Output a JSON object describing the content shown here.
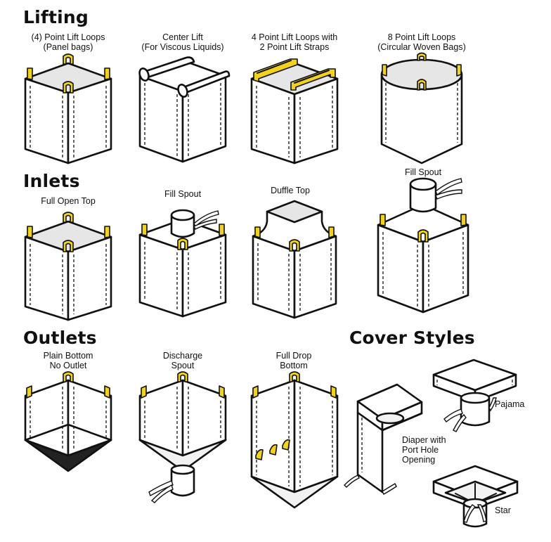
{
  "sections": {
    "lifting": "Lifting",
    "inlets": "Inlets",
    "outlets": "Outlets",
    "cover_styles": "Cover Styles"
  },
  "lifting": [
    {
      "line1": "(4) Point Lift Loops",
      "line2": "(Panel bags)"
    },
    {
      "line1": "Center Lift",
      "line2": "(For Viscous Liquids)"
    },
    {
      "line1": "4 Point Lift Loops with",
      "line2": "2 Point Lift Straps"
    },
    {
      "line1": "8 Point Lift Loops",
      "line2": "(Circular Woven Bags)"
    }
  ],
  "inlets": [
    {
      "line1": "Full Open Top"
    },
    {
      "line1": "Fill Spout"
    },
    {
      "line1": "Duffle Top"
    },
    {
      "line1": "Fill Spout"
    }
  ],
  "outlets": [
    {
      "line1": "Plain Bottom",
      "line2": "No Outlet"
    },
    {
      "line1": "Discharge",
      "line2": "Spout"
    },
    {
      "line1": "Full Drop",
      "line2": "Bottom"
    }
  ],
  "covers": {
    "pajama": "Pajama",
    "diaper_line1": "Diaper with",
    "diaper_line2": "Port Hole",
    "diaper_line3": "Opening",
    "star": "Star"
  },
  "colors": {
    "loop_yellow": "#f3d21b",
    "outline": "#111111",
    "top_gray": "#e6e6e6"
  }
}
